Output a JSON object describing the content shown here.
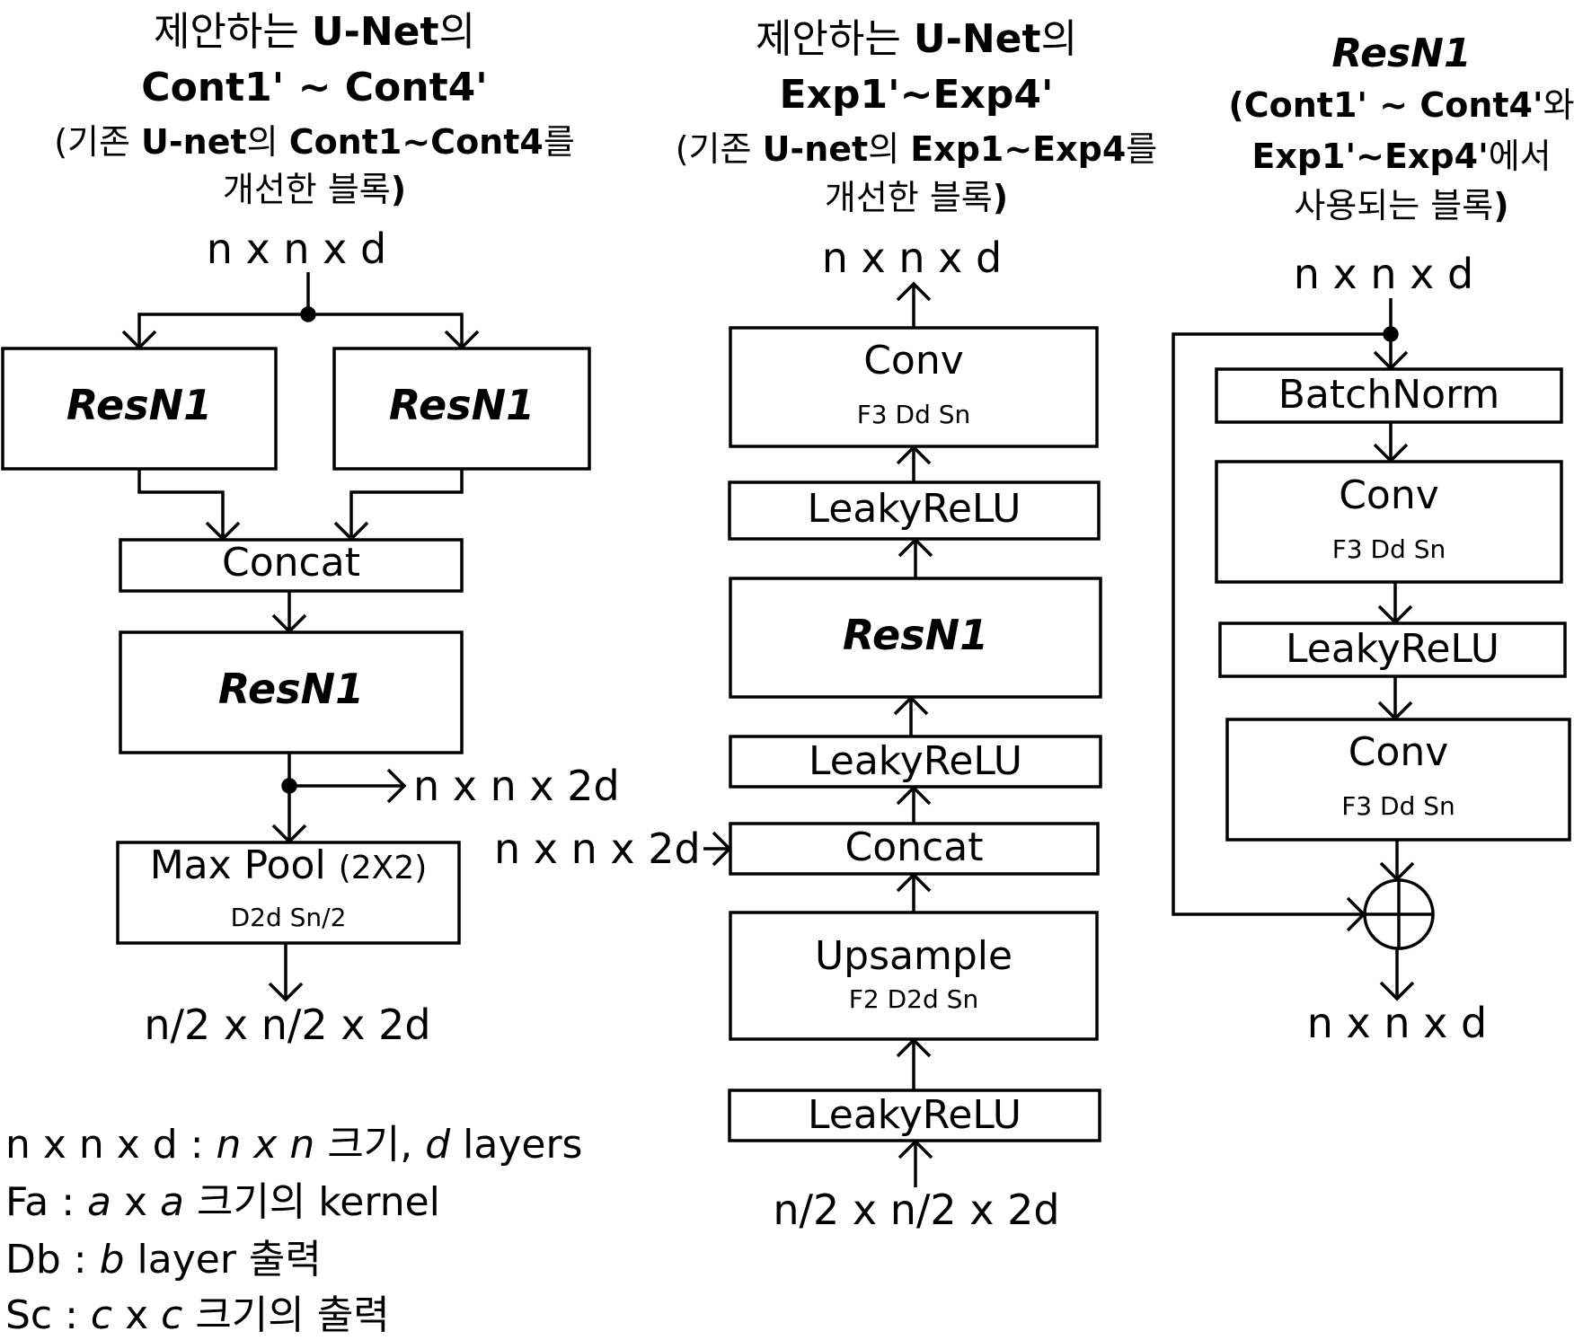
{
  "col1": {
    "title_line1_pre": "제안하는 ",
    "title_line1_bold": "U-Net",
    "title_line1_post": "의",
    "title_line2": "Cont1' ~ Cont4'",
    "title_line3_pre": "(기존 ",
    "title_line3_bold": "U-net",
    "title_line3_mid": "의 ",
    "title_line3_bold2": "Cont1~Cont4",
    "title_line3_post": "를",
    "title_line4_pre": "개선한 블록",
    "title_line4_bold": ")",
    "input_dim": "n x n x d",
    "resn1_left": "ResN1",
    "resn1_right": "ResN1",
    "concat": "Concat",
    "resn1_mid": "ResN1",
    "skip_out": "n x n x 2d",
    "maxpool_label": "Max Pool",
    "maxpool_size": "(2X2)",
    "maxpool_params": "D2d Sn/2",
    "output_dim": "n/2 x n/2 x 2d"
  },
  "col2": {
    "title_line1_pre": "제안하는 ",
    "title_line1_bold": "U-Net",
    "title_line1_post": "의",
    "title_line2": "Exp1'~Exp4'",
    "title_line3_pre": "(기존 ",
    "title_line3_bold": "U-net",
    "title_line3_mid": "의 ",
    "title_line3_bold2": "Exp1~Exp4",
    "title_line3_post": "를",
    "title_line4_pre": "개선한 블록",
    "title_line4_bold": ")",
    "output_dim": "n x n x d",
    "conv": "Conv",
    "conv_params": "F3 Dd Sn",
    "leaky1": "LeakyReLU",
    "resn1": "ResN1",
    "leaky2": "LeakyReLU",
    "skip_in": "n x n x 2d",
    "concat": "Concat",
    "upsample": "Upsample",
    "upsample_params": "F2 D2d Sn",
    "leaky3": "LeakyReLU",
    "input_dim": "n/2 x n/2 x 2d"
  },
  "col3": {
    "title_line1": "ResN1",
    "title_line2_pre": "(Cont1' ~ Cont4'",
    "title_line2_post": "와",
    "title_line3_pre": "Exp1'~Exp4'",
    "title_line3_post": "에서",
    "title_line4_pre": "사용되는 블록",
    "title_line4_bold": ")",
    "input_dim": "n x n x d",
    "batchnorm": "BatchNorm",
    "conv1": "Conv",
    "conv1_params": "F3 Dd Sn",
    "leaky": "LeakyReLU",
    "conv2": "Conv",
    "conv2_params": "F3 Dd Sn",
    "output_dim": "n x n x d"
  },
  "legend": {
    "l1_a": "n x n x d : ",
    "l1_b": "n x n",
    "l1_c": " 크기, ",
    "l1_d": "d",
    "l1_e": "  layers",
    "l2_a": "Fa :  ",
    "l2_b": "a",
    "l2_c": " x ",
    "l2_d": "a",
    "l2_e": " 크기의 kernel",
    "l3_a": "Db : ",
    "l3_b": "b",
    "l3_c": " layer 출력",
    "l4_a": "Sc : ",
    "l4_b": "c",
    "l4_c": " x ",
    "l4_d": "c",
    "l4_e": " 크기의 출력"
  }
}
